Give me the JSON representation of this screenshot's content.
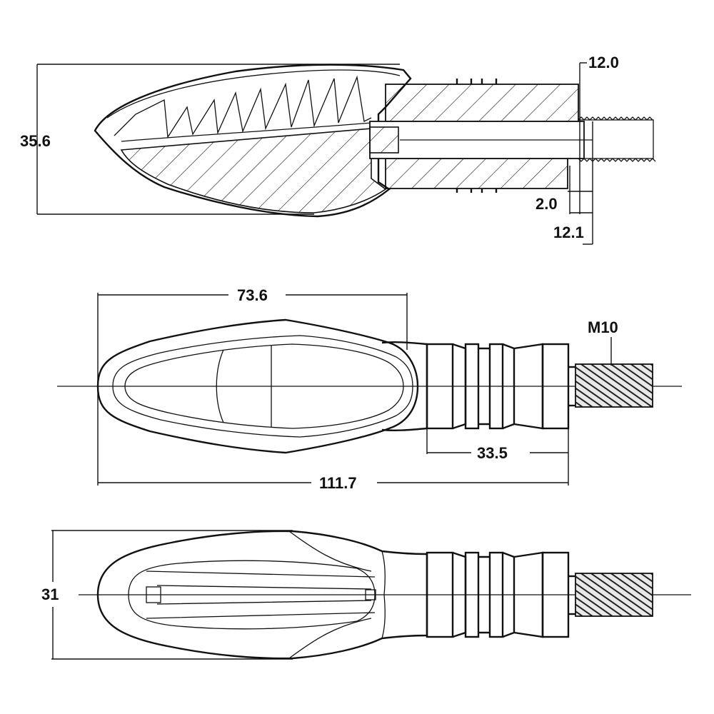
{
  "dimensions": {
    "top_height": "35.6",
    "top_thread_length": "12.0",
    "top_wall": "2.0",
    "top_thread_dia": "12.1",
    "front_lens_length": "73.6",
    "front_thread": "M10",
    "front_stem_length": "33.5",
    "front_overall_length": "111.7",
    "bottom_width": "31"
  },
  "colors": {
    "line": "#111111",
    "thread_fill": "#333333",
    "background": "#ffffff"
  }
}
